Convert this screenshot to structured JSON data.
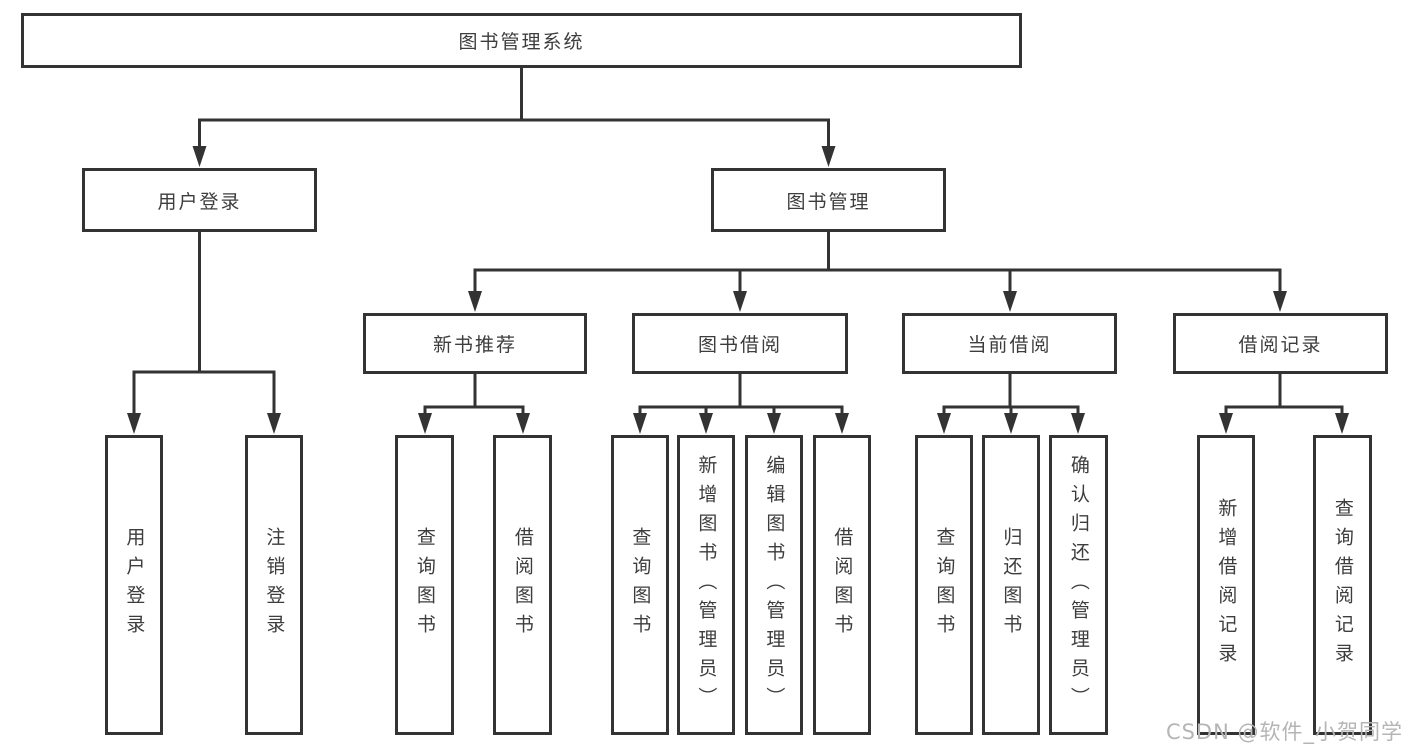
{
  "diagram": {
    "title": "图书管理系统",
    "type": "hierarchy-tree",
    "colors": {
      "line": "#333333",
      "box_border": "#333333",
      "box_fill": "#ffffff",
      "text": "#3d3d3d",
      "background": "#ffffff",
      "watermark": "#b5b5b5"
    }
  },
  "nodes": {
    "root": "图书管理系统",
    "level2": [
      "用户登录",
      "图书管理"
    ],
    "level3": [
      "新书推荐",
      "图书借阅",
      "当前借阅",
      "借阅记录"
    ],
    "leaves": {
      "user_login": [
        "用户登录",
        "注销登录"
      ],
      "new_book": [
        "查询图书",
        "借阅图书"
      ],
      "book_borrow": [
        "查询图书",
        "新增图书（管理员）",
        "编辑图书（管理员）",
        "借阅图书"
      ],
      "current_borrow": [
        "查询图书",
        "归还图书",
        "确认归还（管理员）"
      ],
      "borrow_records": [
        "新增借阅记录",
        "查询借阅记录"
      ]
    }
  },
  "watermark": {
    "text": "CSDN @软件_小贺同学"
  }
}
